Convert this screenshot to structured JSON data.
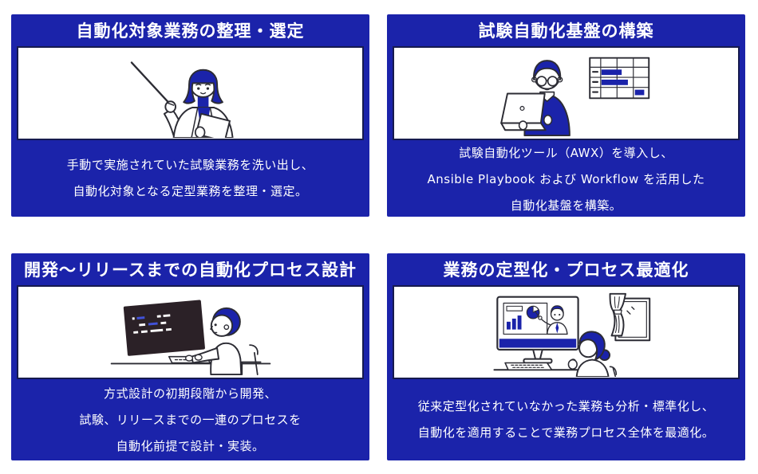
{
  "colors": {
    "card_blue": "#1b23aa",
    "box_border": "#161a4e",
    "title_text": "#ffffff",
    "body_text": "#ffffff",
    "monitor_dark": "#2b2127",
    "page_background": "#ffffff"
  },
  "cards": [
    {
      "id": "task-selection",
      "title": "自動化対象業務の整理・選定",
      "illustration": "woman-pointing-with-clipboard",
      "description_lines": [
        "手動で実施されていた試験業務を洗い出し、",
        "自動化対象となる定型業務を整理・選定。"
      ]
    },
    {
      "id": "test-automation-platform",
      "title": "試験自動化基盤の構築",
      "illustration": "man-with-laptop-and-gantt-chart",
      "description_lines": [
        "試験自動化ツール（AWX）を導入し、",
        "Ansible Playbook および Workflow を活用した",
        "自動化基盤を構築。"
      ]
    },
    {
      "id": "automation-process-design",
      "title": "開発〜リリースまでの自動化プロセス設計",
      "illustration": "developer-coding-at-desk",
      "description_lines": [
        "方式設計の初期段階から開発、",
        "試験、リリースまでの一連のプロセスを",
        "自動化前提で設計・実装。"
      ]
    },
    {
      "id": "process-optimization",
      "title": "業務の定型化・プロセス最適化",
      "illustration": "woman-watching-online-presentation",
      "description_lines": [
        "従来定型化されていなかった業務も分析・標準化し、",
        "自動化を適用することで業務プロセス全体を最適化。"
      ]
    }
  ]
}
